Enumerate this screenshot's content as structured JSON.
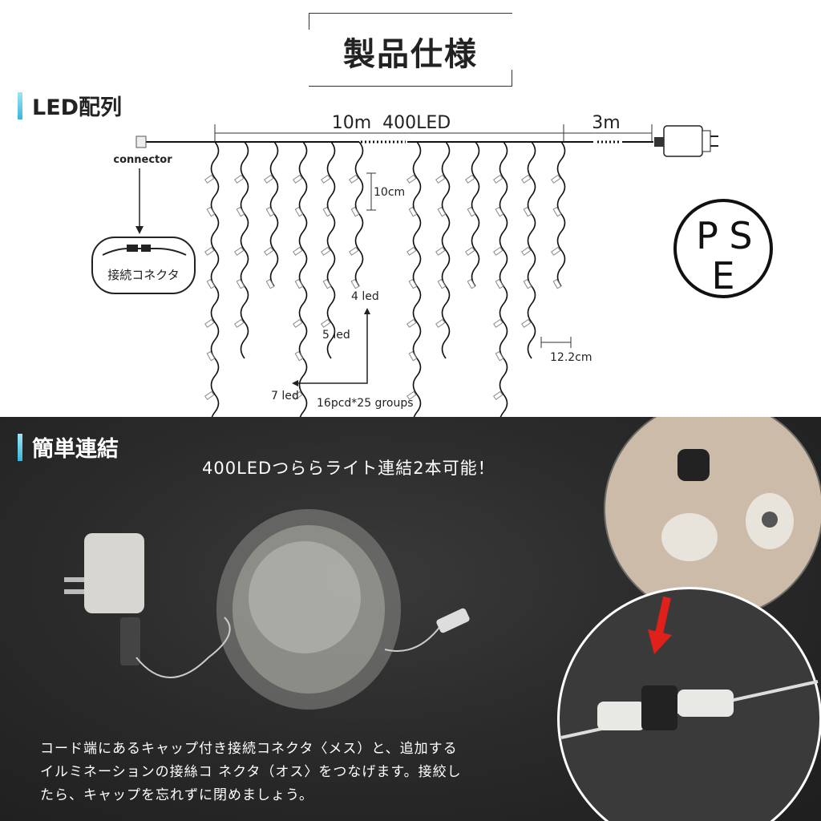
{
  "title": "製品仕様",
  "section1": {
    "heading": "LED配列"
  },
  "diagram": {
    "length_label": "10m  400LED",
    "lead_label": "3m",
    "connector_label": "connector",
    "connector_box_label": "接続コネクタ",
    "spacing_label": "10cm",
    "led4": "4 led",
    "led5": "5 led",
    "led7": "7 led",
    "groups_label": "16pcd*25 groups",
    "gap_label": "12.2cm",
    "strand_leds": [
      7,
      5,
      4,
      7,
      5,
      4,
      7,
      5,
      4,
      7,
      5,
      4
    ]
  },
  "pse": {
    "p": "P",
    "s": "S",
    "e": "E"
  },
  "section2": {
    "heading": "簡単連結",
    "headline": "400LEDつららライト連結2本可能！",
    "description": [
      "コード端にあるキャップ付き接続コネクタ〈メス）と、追加する",
      "イルミネーションの接絲コ ネクタ（オス〉をつなげます。接絞し",
      "たら、キャップを忘れずに閉めましょう。"
    ]
  },
  "colors": {
    "accent": "#3ab6d8",
    "arrow": "#e0201a",
    "dark_bg": "#2a2a2a"
  }
}
